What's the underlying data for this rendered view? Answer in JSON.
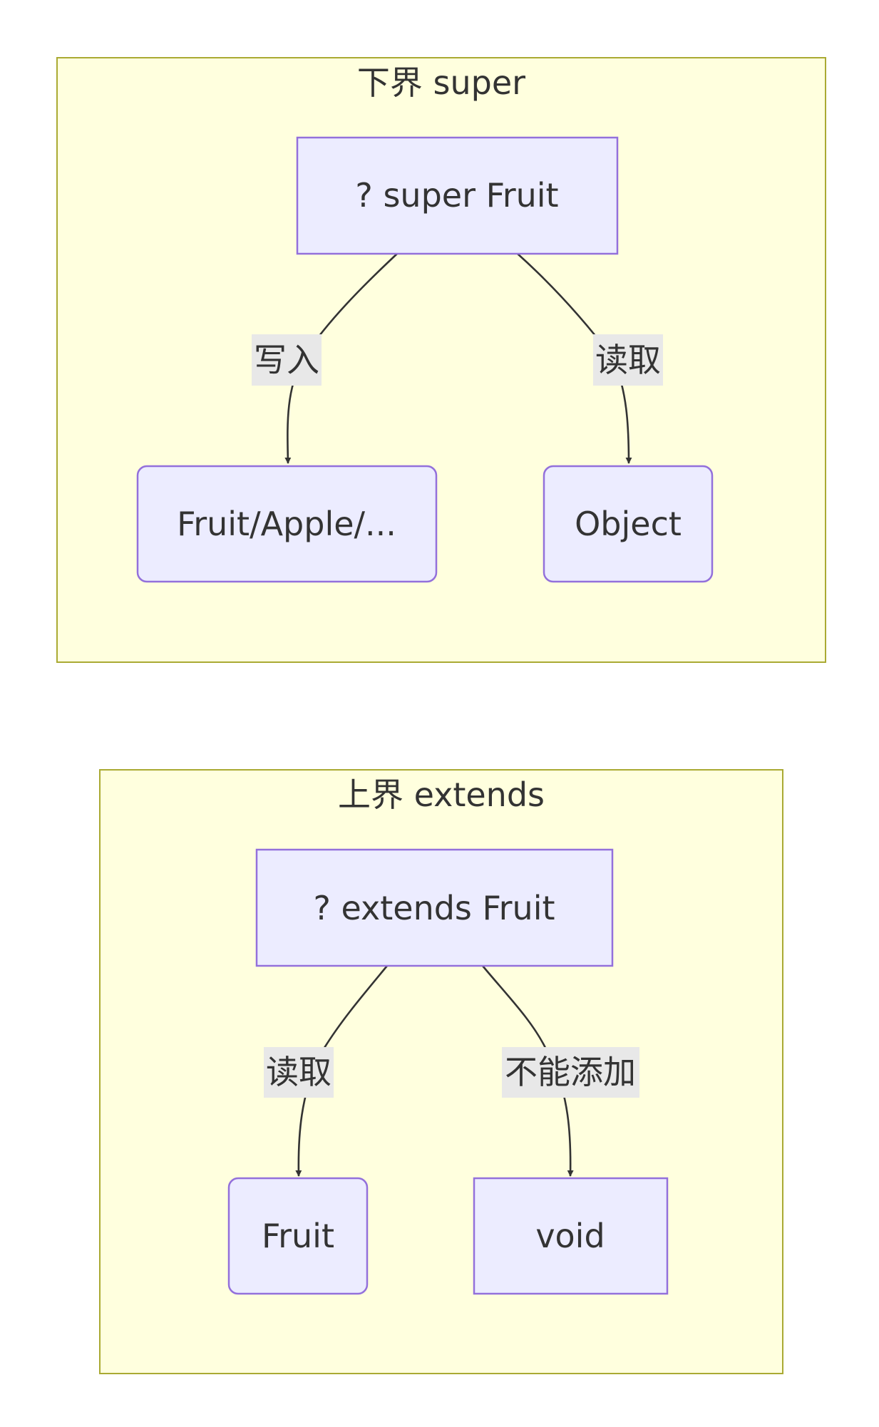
{
  "clusters": {
    "super": {
      "title": "下界 super",
      "nodes": {
        "root": "? super Fruit",
        "write_target": "Fruit/Apple/...",
        "read_target": "Object"
      },
      "edges": {
        "write": "写入",
        "read": "读取"
      }
    },
    "extends": {
      "title": "上界 extends",
      "nodes": {
        "root": "? extends Fruit",
        "read_target": "Fruit",
        "add_target": "void"
      },
      "edges": {
        "read": "读取",
        "add": "不能添加"
      }
    }
  },
  "colors": {
    "cluster_fill": "#ffffde",
    "cluster_stroke": "#aaaa33",
    "node_fill": "#ececff",
    "node_stroke": "#9370db",
    "edge": "#333333",
    "edge_label_bg": "#e8e8e8",
    "text": "#333333"
  }
}
